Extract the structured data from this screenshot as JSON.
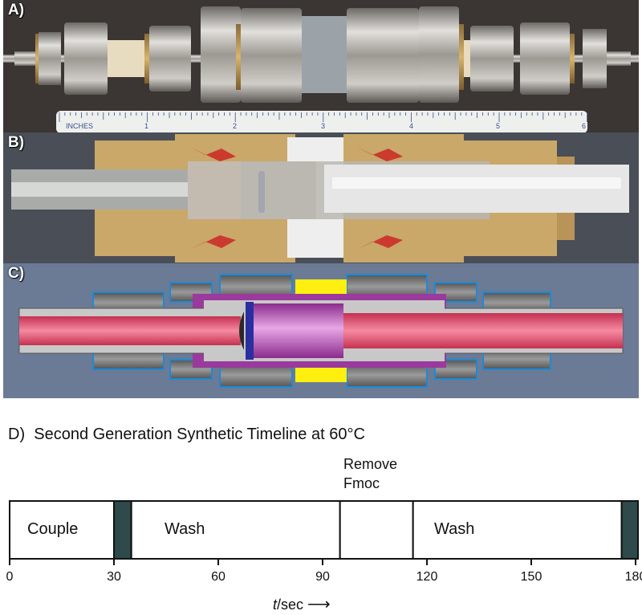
{
  "panels": {
    "a_label": "A)",
    "b_label": "B)",
    "c_label": "C)",
    "d_label": "D)"
  },
  "ruler": {
    "unit_label": "INCHES",
    "marks": [
      "1",
      "2",
      "3",
      "4",
      "5",
      "6"
    ]
  },
  "timeline": {
    "title": "Second Generation Synthetic Timeline at 60°C",
    "annotation_line1": "Remove",
    "annotation_line2": "Fmoc",
    "segments": [
      {
        "label": "Couple",
        "start": 0,
        "end": 30
      },
      {
        "label": "",
        "start": 30,
        "end": 35,
        "filled": true
      },
      {
        "label": "Wash",
        "start": 35,
        "end": 95
      },
      {
        "label": "",
        "start": 95,
        "end": 116
      },
      {
        "label": "Wash",
        "start": 116,
        "end": 176
      },
      {
        "label": "",
        "start": 176,
        "end": 181,
        "filled": true
      }
    ],
    "ticks": [
      "0",
      "30",
      "60",
      "90",
      "120",
      "150",
      "180"
    ],
    "x_axis_italic": "t",
    "x_axis_rest": "/sec",
    "arrow": "⟶",
    "fill_color": "#2e4a4a"
  }
}
